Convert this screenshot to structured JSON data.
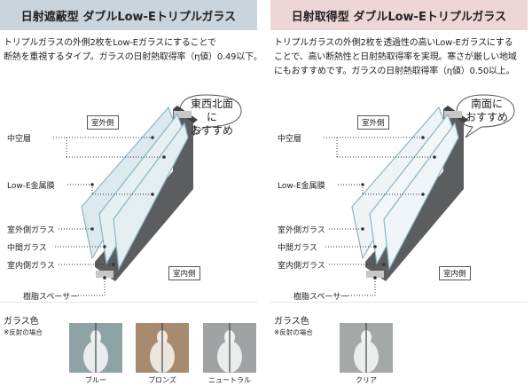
{
  "left": {
    "header": "日射遮蔽型 ダブルLow-Eトリプルガラス",
    "desc_lines": [
      "トリプルガラスの外側2枚をLow-Eガラスにすることで",
      "断熱を重視するタイプ。ガラスの日射熱取得率（η値）0.49以下。"
    ],
    "bubble_lines": [
      "東西北面に",
      "おすすめ"
    ],
    "outside_label": "室外側",
    "inside_label": "室内側",
    "labels": [
      "中空層",
      "Low-E金属膜",
      "室外側ガラス",
      "中間ガラス",
      "室内側ガラス",
      "樹脂スペーサー"
    ],
    "glass_color_title": "ガラス色",
    "glass_color_note": "※反射の場合",
    "swatches": [
      {
        "name": "ブルー",
        "color": "#8fa3a6"
      },
      {
        "name": "ブロンズ",
        "color": "#a88a6e"
      },
      {
        "name": "ニュートラル",
        "color": "#9fa3a3"
      }
    ]
  },
  "right": {
    "header": "日射取得型 ダブルLow-Eトリプルガラス",
    "desc_lines": [
      "トリプルガラスの外側2枚を透過性の高いLow-Eガラスにする",
      "ことで、高い断熱性と日射熱取得率を実現。寒さが厳しい地域",
      "にもおすすめです。ガラスの日射熱取得率（η値）0.50以上。"
    ],
    "bubble_lines": [
      "南面に",
      "おすすめ"
    ],
    "outside_label": "室外側",
    "inside_label": "室内側",
    "labels": [
      "中空層",
      "Low-E金属膜",
      "室外側ガラス",
      "中間ガラス",
      "室内側ガラス",
      "樹脂スペーサー"
    ],
    "glass_color_title": "ガラス色",
    "glass_color_note": "※反射の場合",
    "swatches": [
      {
        "name": "クリア",
        "color": "#a4a8a7"
      }
    ]
  }
}
